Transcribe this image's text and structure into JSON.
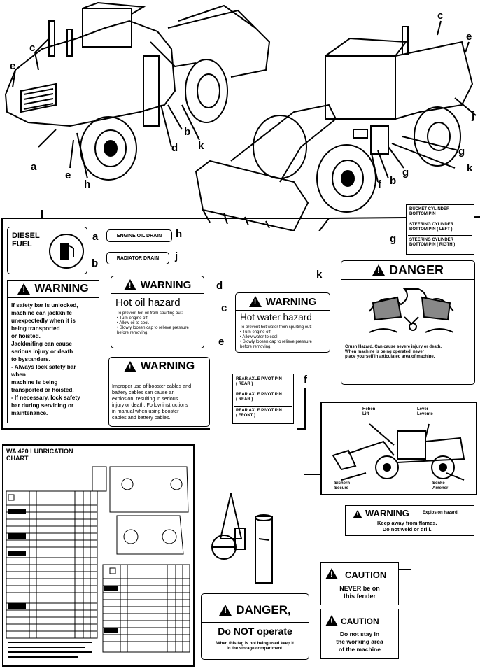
{
  "callouts": {
    "a": "a",
    "b": "b",
    "c": "c",
    "d": "d",
    "e": "e",
    "f": "f",
    "g": "g",
    "h": "h",
    "j": "j",
    "k": "k"
  },
  "diesel": {
    "title": "DIESEL\nFUEL"
  },
  "engine_oil_drain": "ENGINE OIL DRAIN",
  "radiator_drain": "RADIATOR DRAIN",
  "bucket_cylinder": {
    "lines": [
      "BUCKET CYLINDER",
      "BOTTOM PIN",
      "STEERING CYLINDER",
      "BOTTOM PIN ( LEFT )",
      "STEERING CYLINDER",
      "BOTTOM PIN ( RIGTH )"
    ]
  },
  "warning_b": {
    "header": "WARNING",
    "body": "If safety bar is unlocked,\nmachine can jackknife\nunexpectedly when it is\nbeing transported\nor hoisted.\nJackknifing can cause\nserious injury or death\nto bystanders.\n- Always lock safety bar\n  when\n  machine is being\n  transported  or  hoisted.\n- If necessary, lock safety\n  bar during servicing or\n  maintenance."
  },
  "warning_d": {
    "header": "WARNING",
    "title": "Hot oil hazard",
    "body": "To prevent hot oil from spurting out:\n  • Turn engine off.\n  • Allow oil to cool.\n  • Slowly loosen cap to relieve pressure\n    before removing."
  },
  "warning_c": {
    "header": "WARNING",
    "title": "Hot water hazard",
    "body": "To prevent hot water from spurting out:\n  • Turn engine off.\n  • Allow water to cool.\n  • Slowly loosen cap to relieve pressure\n    before removing."
  },
  "warning_e": {
    "header": "WARNING",
    "body": "Improper use of booster cables and\nbattery cables can cause an\nexplosion, resulting in serious\ninjury or death. Follow instructions\nin manual when using booster\ncables and battery cables."
  },
  "rear_axle": {
    "items": [
      "REAR AXLE PIVOT PIN\n( REAR )",
      "REAR AXLE PIVOT PIN\n( REAR )",
      "REAR AXLE PIVOT PIN\n( FRONT )"
    ]
  },
  "danger_k": {
    "header": "DANGER",
    "body": "Crush Hazard. Can cause severe injury or death.\nWhen machine is being operated, never\nplace yourself in articulated area of machine."
  },
  "loader_diagram": {
    "heben": "Heben\nLift",
    "lever": "Lever\nLevente",
    "sichern": "Sichern\nSecure",
    "senken": "Senke\nAmener"
  },
  "warning_explosion": {
    "header": "WARNING",
    "sub": "Explosion hazard!",
    "body": "Keep away from flames.\nDo not weld or drill."
  },
  "caution_fender": {
    "header": "CAUTION",
    "body": "NEVER be on\nthis fender"
  },
  "caution_area": {
    "header": "CAUTION",
    "body": "Do not stay in\nthe working area\nof the machine"
  },
  "danger_operate": {
    "header": "DANGER,",
    "title": "Do NOT operate",
    "body": "When this tag is not being used keep it\nin the storage compartment."
  },
  "lube_chart": {
    "title": "WA 420  LUBRICATION\nCHART"
  },
  "colors": {
    "ink": "#000000",
    "paper": "#ffffff"
  }
}
